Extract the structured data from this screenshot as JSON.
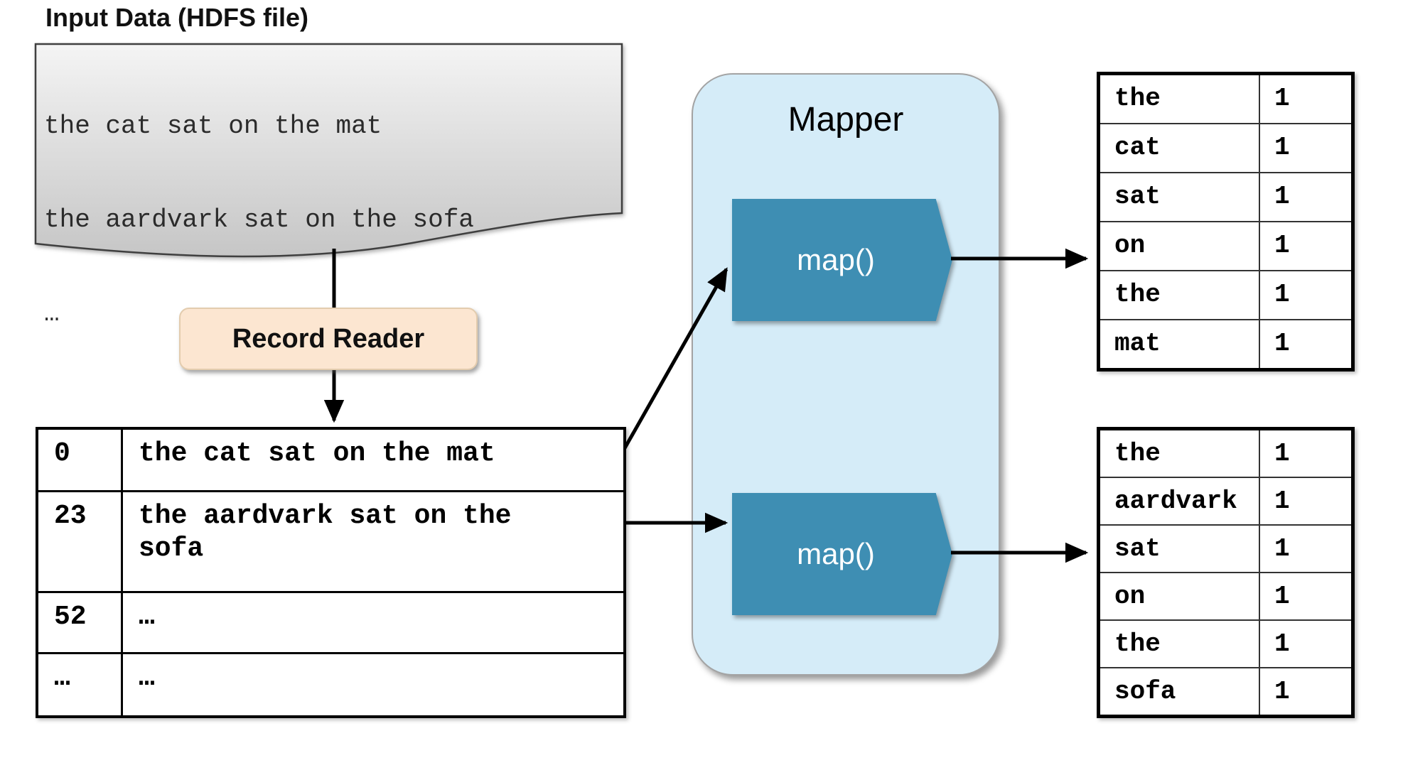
{
  "heading": {
    "title": "Input Data (HDFS file)"
  },
  "input_document": {
    "lines": [
      "the cat sat on the mat",
      "the aardvark sat on the sofa",
      "…"
    ]
  },
  "record_reader": {
    "label": "Record Reader"
  },
  "splits_table": {
    "rows": [
      {
        "offset": "0",
        "text": "the cat sat on the mat"
      },
      {
        "offset": "23",
        "text": "the aardvark sat on the sofa"
      },
      {
        "offset": "52",
        "text": "…"
      },
      {
        "offset": "…",
        "text": "…"
      }
    ]
  },
  "mapper": {
    "title": "Mapper",
    "map_calls": [
      {
        "label": "map()"
      },
      {
        "label": "map()"
      }
    ]
  },
  "output_tables": {
    "map1": {
      "rows": [
        [
          "the",
          "1"
        ],
        [
          "cat",
          "1"
        ],
        [
          "sat",
          "1"
        ],
        [
          "on",
          "1"
        ],
        [
          "the",
          "1"
        ],
        [
          "mat",
          "1"
        ]
      ]
    },
    "map2": {
      "rows": [
        [
          "the",
          "1"
        ],
        [
          "aardvark",
          "1"
        ],
        [
          "sat",
          "1"
        ],
        [
          "on",
          "1"
        ],
        [
          "the",
          "1"
        ],
        [
          "sofa",
          "1"
        ]
      ]
    }
  },
  "colors": {
    "mapper_panel": "#d5ecf8",
    "map_shape": "#3e8eb3",
    "record_reader_fill": "#fce6d1",
    "record_reader_border": "#e3ccae",
    "document_top": "#f4f4f4",
    "document_bottom": "#c6c6c6",
    "line": "#000000"
  }
}
